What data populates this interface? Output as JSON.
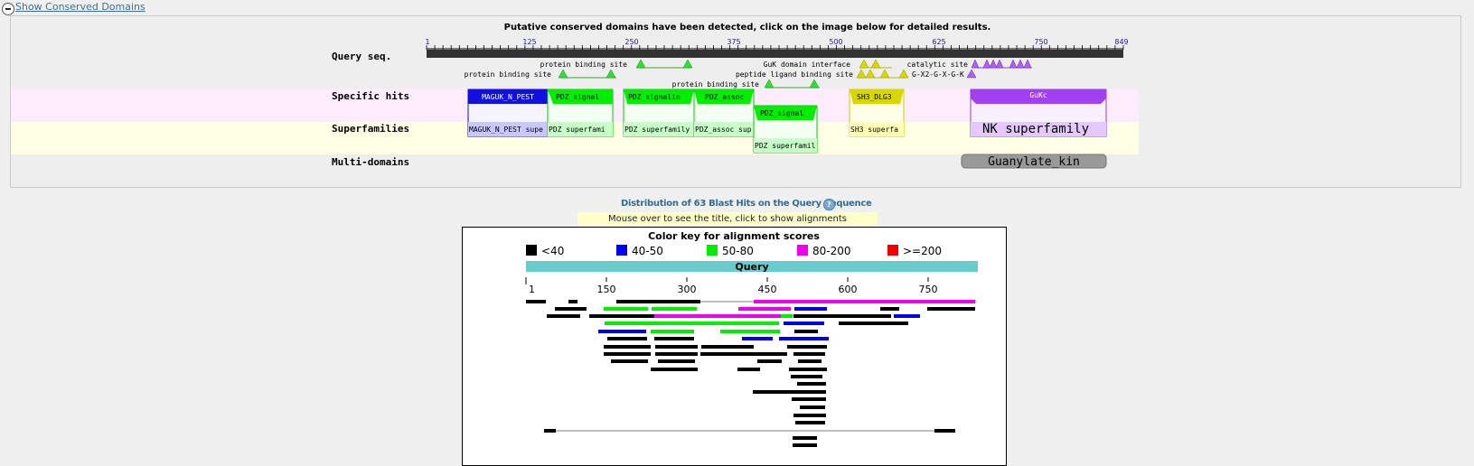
{
  "toggle": {
    "label": "Show Conserved Domains",
    "icon": "collapse-minus-icon"
  },
  "cdd": {
    "header": "Putative conserved domains have been detected, click on the image below for detailed results.",
    "row_labels": {
      "query": "Query seq.",
      "specific": "Specific hits",
      "super": "Superfamilies",
      "multi": "Multi-domains"
    },
    "ruler_ticks": [
      "1",
      "125",
      "250",
      "375",
      "500",
      "625",
      "750",
      "849"
    ],
    "site_labels": {
      "pbs1": "protein binding site",
      "pbs2": "protein binding site",
      "pbs3": "protein binding site",
      "guk": "GuK domain interface",
      "peptide": "peptide ligand binding site",
      "catalytic": "catalytic site",
      "motif": "G-X2-G-X-G-K"
    },
    "specific_hits": [
      "MAGUK_N_PEST",
      "PDZ_signal",
      "PDZ_signalin",
      "PDZ_assoc",
      "PDZ_signal",
      "SH3_DLG3",
      "GuKc"
    ],
    "superfamilies": [
      "MAGUK_N_PEST supe",
      "PDZ superfami",
      "PDZ superfamily",
      "PDZ_assoc sup",
      "PDZ superfamil",
      "SH3 superfa",
      "NK superfamily"
    ],
    "multi_domain": "Guanylate_kin",
    "colors": {
      "maguk": "#1010e0",
      "pdz": "#00ee00",
      "sh3": "#d8d800",
      "guk": "#a040f0",
      "multi": "#999999"
    }
  },
  "distribution": {
    "title": "Distribution of 63 Blast Hits on the Query Sequence",
    "help_icon": "help-question-icon",
    "hint": "Mouse over to see the title, click to show alignments",
    "color_key_title": "Color key for alignment scores",
    "legend": [
      {
        "label": "<40",
        "color": "#000000"
      },
      {
        "label": "40-50",
        "color": "#0000ee"
      },
      {
        "label": "50-80",
        "color": "#00ee00"
      },
      {
        "label": "80-200",
        "color": "#ee00ee"
      },
      {
        "label": ">=200",
        "color": "#ee0000"
      }
    ],
    "query_label": "Query",
    "ticks": [
      "1",
      "150",
      "300",
      "450",
      "600",
      "750"
    ]
  }
}
